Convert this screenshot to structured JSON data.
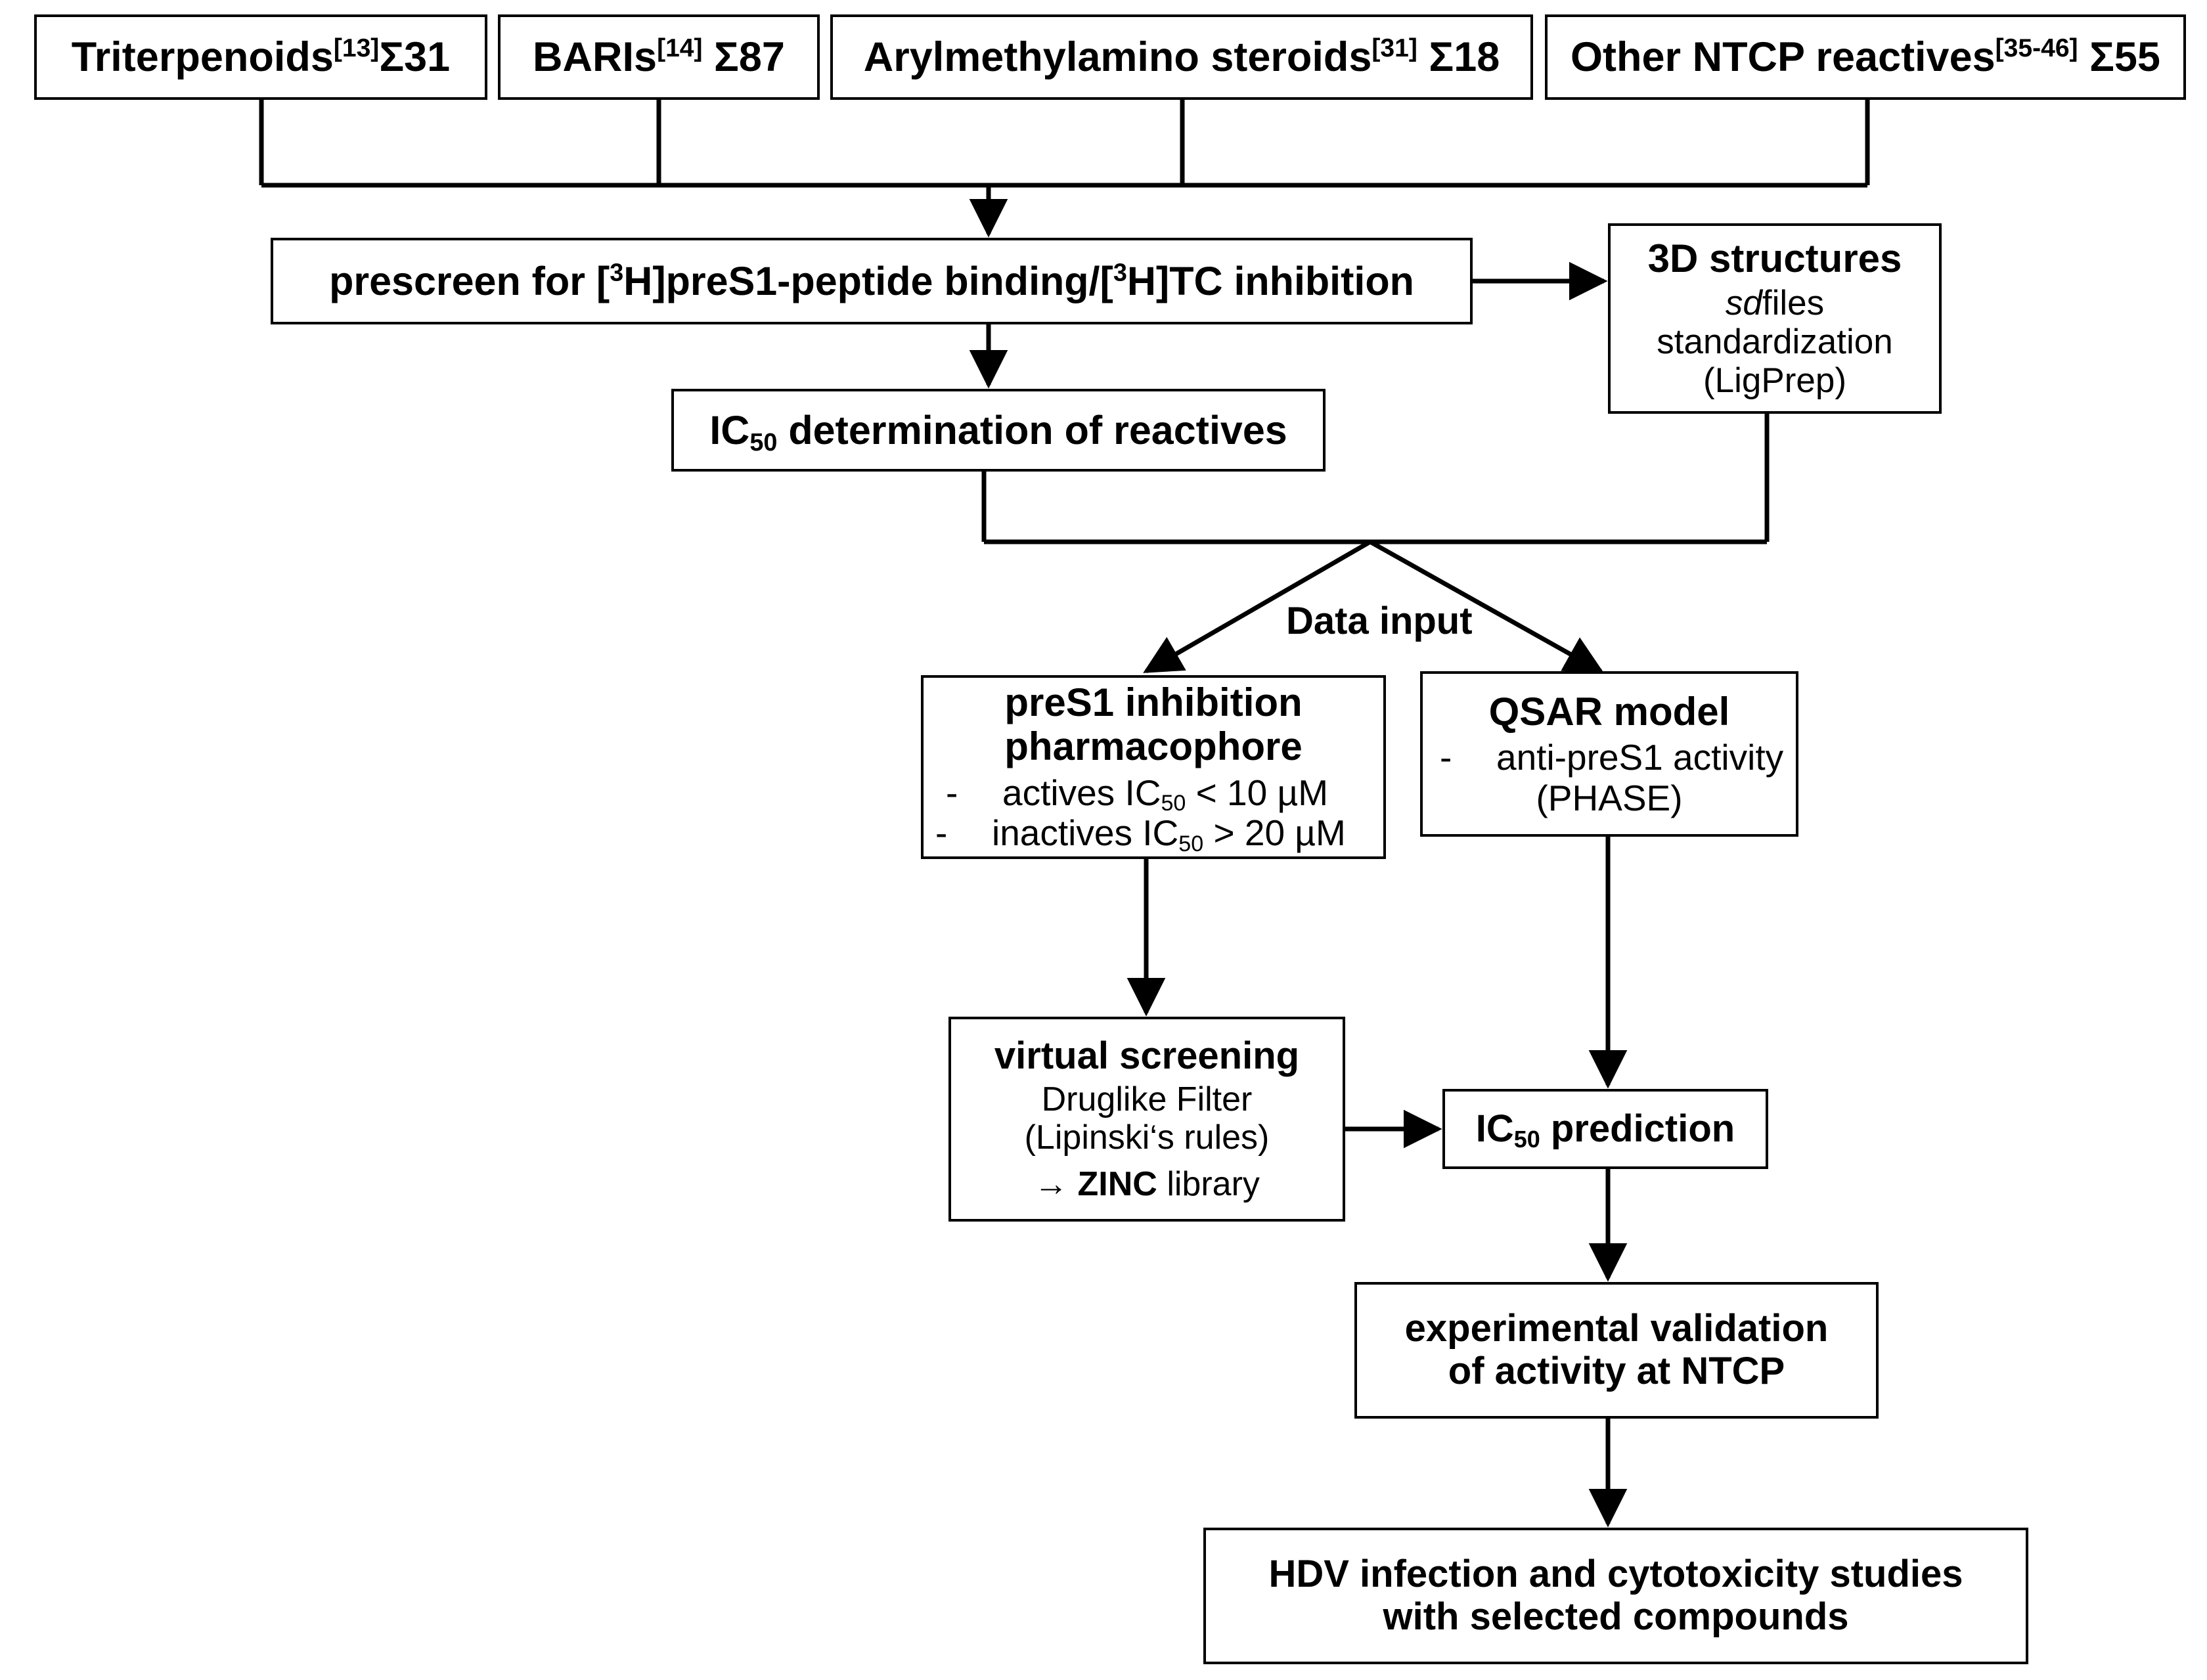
{
  "diagram": {
    "title": "NTCP inhibitor discovery workflow",
    "colors": {
      "stroke": "#000000",
      "fill": "#ffffff",
      "text": "#000000"
    },
    "edge_labels": {
      "data_input": "Data input"
    },
    "nodes": {
      "triterpenoids": {
        "name": "Triterpenoids",
        "ref": "[13]",
        "count": "Σ31"
      },
      "baris": {
        "name": "BARIs",
        "ref": "[14]",
        "count": "Σ87"
      },
      "arylmethylamino": {
        "name": "Arylmethylamino steroids",
        "ref": "[31]",
        "count": "Σ18"
      },
      "other_ntcp": {
        "name": "Other NTCP reactives",
        "ref": "[35-46]",
        "count": "Σ55"
      },
      "prescreen": {
        "part1": "prescreen for [",
        "sup1": "3",
        "part2": "H]preS1-peptide binding/[",
        "sup2": "3",
        "part3": "H]TC inhibition"
      },
      "structures_3d": {
        "title": "3D structures",
        "line2_italic": "sd",
        "line2_rest": "files",
        "line3": "standardization",
        "line4": "(LigPrep)"
      },
      "ic50_determination": {
        "pre": "IC",
        "sub": "50",
        "post": " determination of reactives"
      },
      "pres1_pharmacophore": {
        "title_line1": "preS1 inhibition",
        "title_line2": "pharmacophore",
        "bullets": [
          {
            "dash": "-",
            "pre": "actives  IC",
            "sub": "50",
            "post": " < 10 µM"
          },
          {
            "dash": "-",
            "pre": "inactives  IC",
            "sub": "50",
            "post": " > 20 µM"
          }
        ]
      },
      "qsar_model": {
        "title": "QSAR model",
        "bullet": {
          "dash": "-",
          "text": "anti-preS1  activity"
        },
        "line3": "(PHASE)"
      },
      "virtual_screening": {
        "title": "virtual screening",
        "line2": "Druglike  Filter",
        "line3": "(Lipinski‘s  rules)",
        "line4_arrow": "→ ",
        "line4_bold": "ZINC",
        "line4_rest": " library"
      },
      "ic50_prediction": {
        "pre": "IC",
        "sub": "50",
        "post": " prediction"
      },
      "experimental_validation": {
        "line1": "experimental validation",
        "line2": "of activity at NTCP"
      },
      "hdv_studies": {
        "line1": "HDV infection and cytotoxicity studies",
        "line2": "with selected compounds"
      }
    }
  }
}
